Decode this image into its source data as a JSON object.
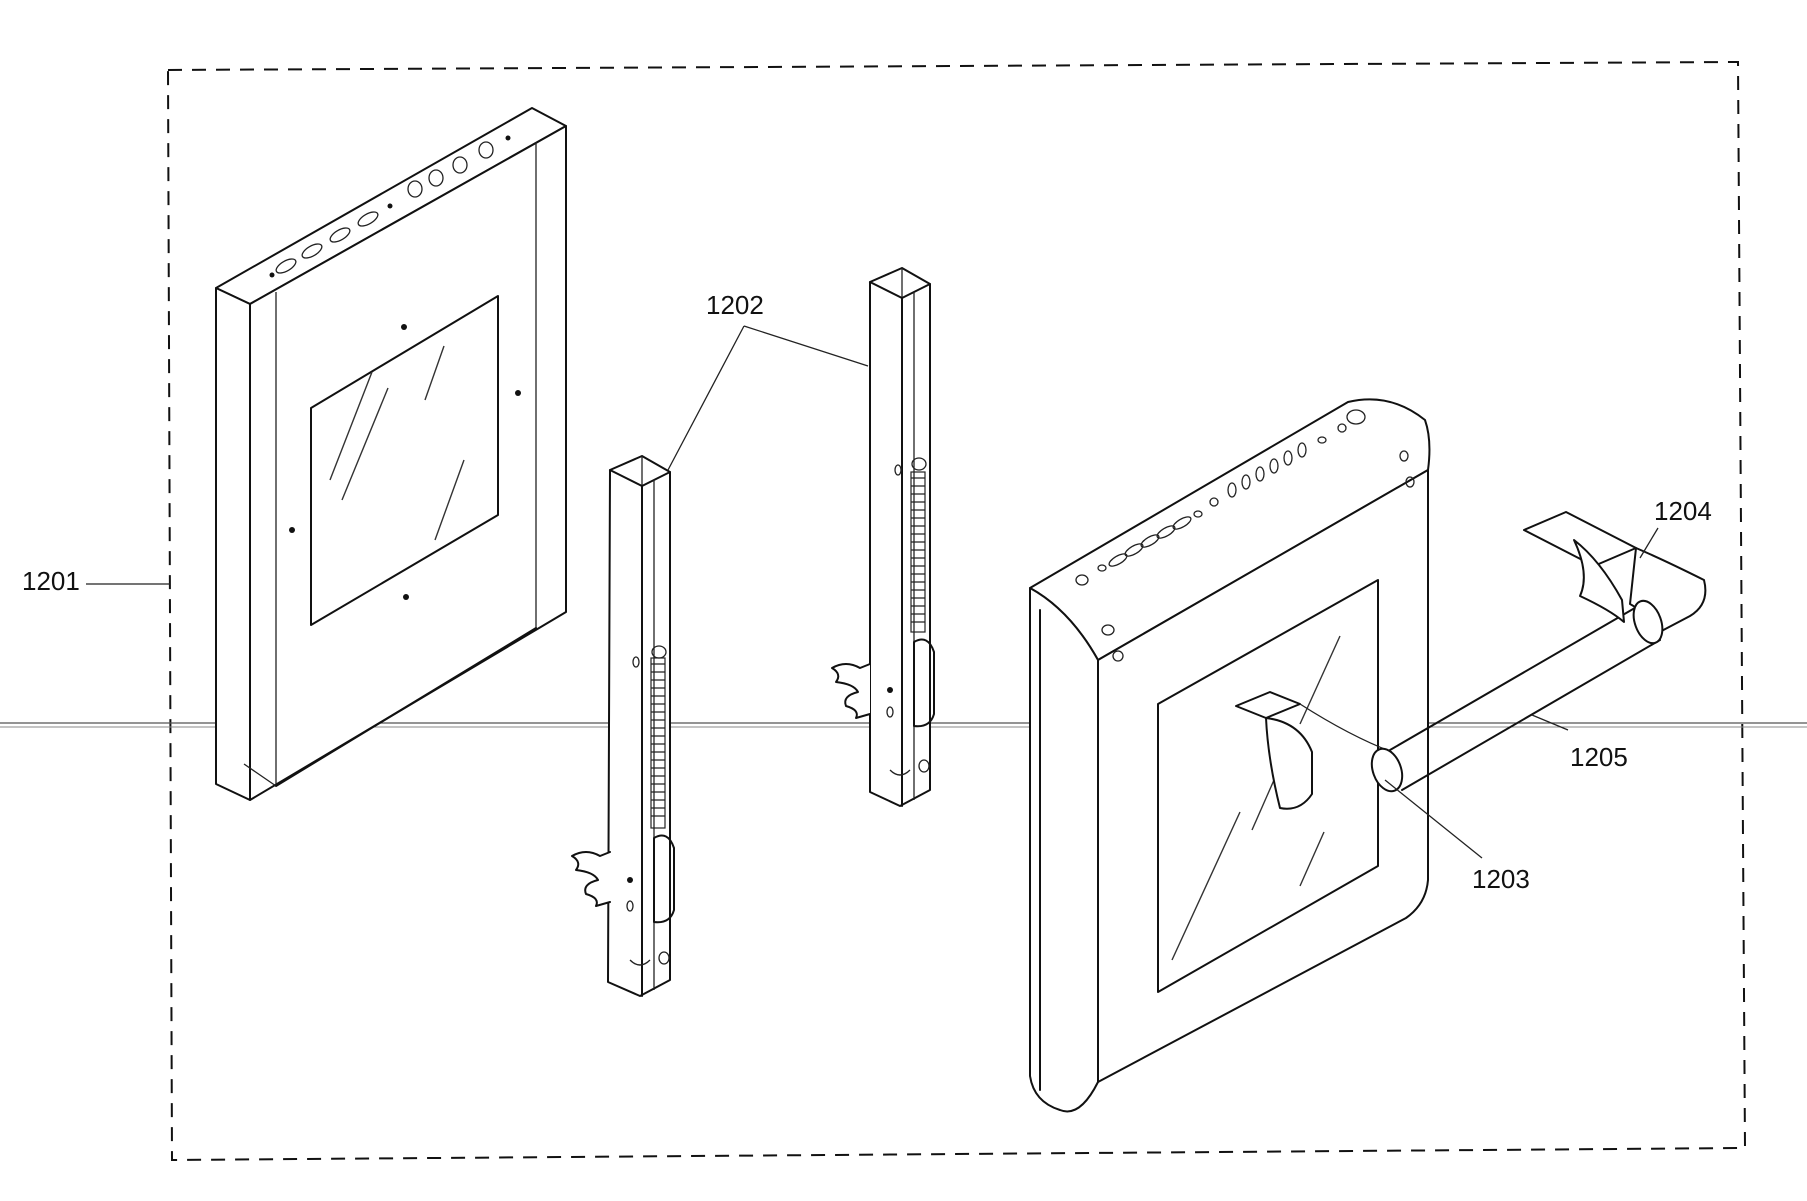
{
  "figure": {
    "labels": {
      "door_frame": "1201",
      "hinges": "1202",
      "handle_mount_left": "1203",
      "handle_mount_right": "1204",
      "handle_bar": "1205"
    }
  }
}
